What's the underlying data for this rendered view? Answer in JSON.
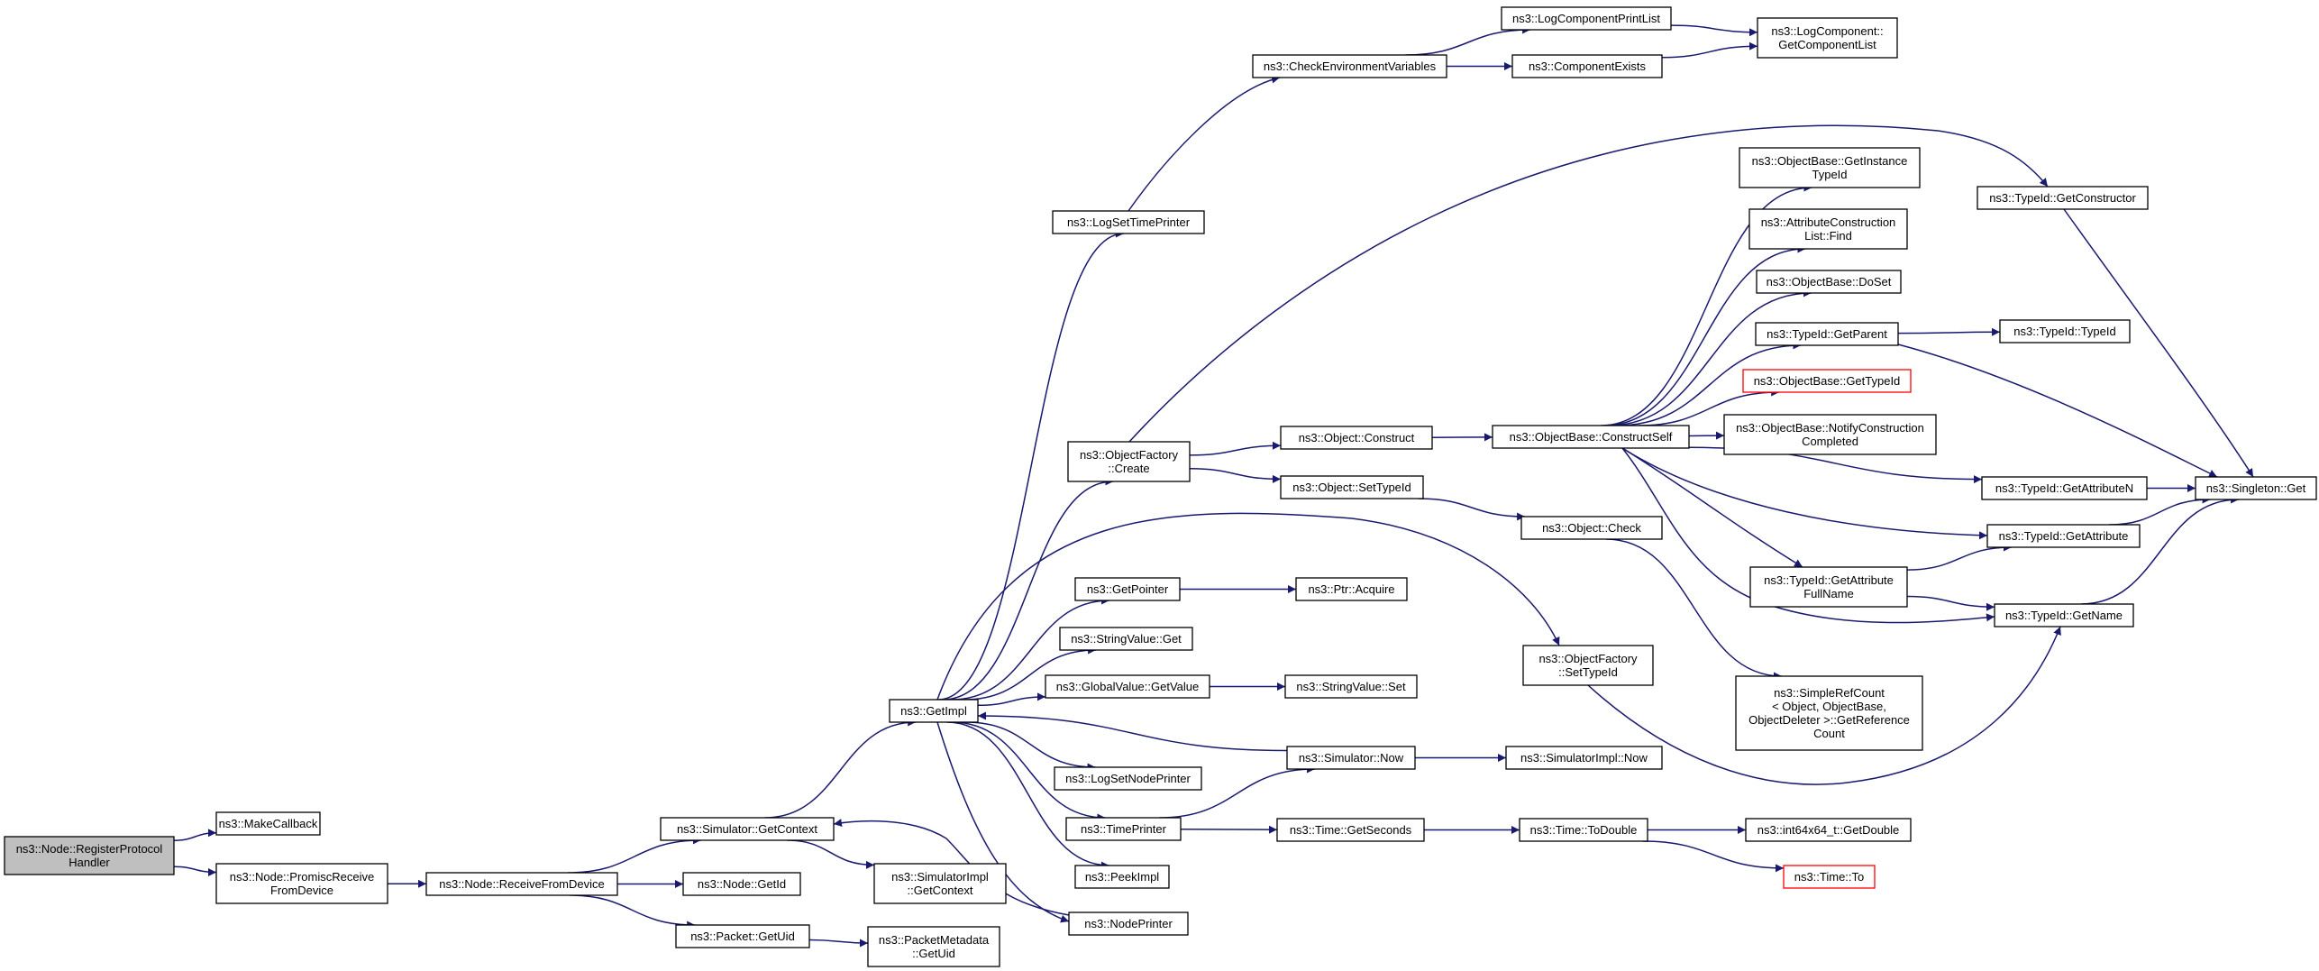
{
  "nodes": [
    {
      "id": "register",
      "lines": [
        "ns3::Node::RegisterProtocol",
        "Handler"
      ],
      "style": "root"
    },
    {
      "id": "makecallback",
      "lines": [
        "ns3::MakeCallback"
      ]
    },
    {
      "id": "promisc",
      "lines": [
        "ns3::Node::PromiscReceive",
        "FromDevice"
      ]
    },
    {
      "id": "receivefrom",
      "lines": [
        "ns3::Node::ReceiveFromDevice"
      ]
    },
    {
      "id": "simgetctx",
      "lines": [
        "ns3::Simulator::GetContext"
      ]
    },
    {
      "id": "nodegetid",
      "lines": [
        "ns3::Node::GetId"
      ]
    },
    {
      "id": "packetgetuid",
      "lines": [
        "ns3::Packet::GetUid"
      ]
    },
    {
      "id": "simimplctx",
      "lines": [
        "ns3::SimulatorImpl",
        "::GetContext"
      ]
    },
    {
      "id": "pmgetuid",
      "lines": [
        "ns3::PacketMetadata",
        "::GetUid"
      ]
    },
    {
      "id": "getimpl",
      "lines": [
        "ns3::GetImpl"
      ]
    },
    {
      "id": "logsettime",
      "lines": [
        "ns3::LogSetTimePrinter"
      ]
    },
    {
      "id": "ofcreate",
      "lines": [
        "ns3::ObjectFactory",
        "::Create"
      ]
    },
    {
      "id": "getpointer",
      "lines": [
        "ns3::GetPointer"
      ]
    },
    {
      "id": "strvalget",
      "lines": [
        "ns3::StringValue::Get"
      ]
    },
    {
      "id": "gvgetvalue",
      "lines": [
        "ns3::GlobalValue::GetValue"
      ]
    },
    {
      "id": "logsetnode",
      "lines": [
        "ns3::LogSetNodePrinter"
      ]
    },
    {
      "id": "timeprinter",
      "lines": [
        "ns3::TimePrinter"
      ]
    },
    {
      "id": "peekimpl",
      "lines": [
        "ns3::PeekImpl"
      ]
    },
    {
      "id": "nodeprinter",
      "lines": [
        "ns3::NodePrinter"
      ]
    },
    {
      "id": "checkenv",
      "lines": [
        "ns3::CheckEnvironmentVariables"
      ]
    },
    {
      "id": "logcompprint",
      "lines": [
        "ns3::LogComponentPrintList"
      ]
    },
    {
      "id": "compexists",
      "lines": [
        "ns3::ComponentExists"
      ]
    },
    {
      "id": "logcompget",
      "lines": [
        "ns3::LogComponent::",
        "GetComponentList"
      ]
    },
    {
      "id": "objconstruct",
      "lines": [
        "ns3::Object::Construct"
      ]
    },
    {
      "id": "objsettypeid",
      "lines": [
        "ns3::Object::SetTypeId"
      ]
    },
    {
      "id": "ptracquire",
      "lines": [
        "ns3::Ptr::Acquire"
      ]
    },
    {
      "id": "strvalset",
      "lines": [
        "ns3::StringValue::Set"
      ]
    },
    {
      "id": "simnow",
      "lines": [
        "ns3::Simulator::Now"
      ]
    },
    {
      "id": "timegetsec",
      "lines": [
        "ns3::Time::GetSeconds"
      ]
    },
    {
      "id": "obconstructself",
      "lines": [
        "ns3::ObjectBase::ConstructSelf"
      ]
    },
    {
      "id": "objcheck",
      "lines": [
        "ns3::Object::Check"
      ]
    },
    {
      "id": "ofsettypeid",
      "lines": [
        "ns3::ObjectFactory",
        "::SetTypeId"
      ]
    },
    {
      "id": "simimplnow",
      "lines": [
        "ns3::SimulatorImpl::Now"
      ]
    },
    {
      "id": "timetodouble",
      "lines": [
        "ns3::Time::ToDouble"
      ]
    },
    {
      "id": "obgetinstance",
      "lines": [
        "ns3::ObjectBase::GetInstance",
        "TypeId"
      ]
    },
    {
      "id": "acfind",
      "lines": [
        "ns3::AttributeConstruction",
        "List::Find"
      ]
    },
    {
      "id": "obdoset",
      "lines": [
        "ns3::ObjectBase::DoSet"
      ]
    },
    {
      "id": "tidgetparent",
      "lines": [
        "ns3::TypeId::GetParent"
      ]
    },
    {
      "id": "obgettypeid",
      "lines": [
        "ns3::ObjectBase::GetTypeId"
      ],
      "style": "red"
    },
    {
      "id": "obnotify",
      "lines": [
        "ns3::ObjectBase::NotifyConstruction",
        "Completed"
      ]
    },
    {
      "id": "tidgetattrfull",
      "lines": [
        "ns3::TypeId::GetAttribute",
        "FullName"
      ]
    },
    {
      "id": "simplerefcount",
      "lines": [
        "ns3::SimpleRefCount",
        "< Object, ObjectBase,",
        "ObjectDeleter >::GetReference",
        "Count"
      ]
    },
    {
      "id": "int64getdouble",
      "lines": [
        "ns3::int64x64_t::GetDouble"
      ]
    },
    {
      "id": "timeto",
      "lines": [
        "ns3::Time::To"
      ],
      "style": "red"
    },
    {
      "id": "tidgetctor",
      "lines": [
        "ns3::TypeId::GetConstructor"
      ]
    },
    {
      "id": "tidtypeid",
      "lines": [
        "ns3::TypeId::TypeId"
      ]
    },
    {
      "id": "tidgetattrn",
      "lines": [
        "ns3::TypeId::GetAttributeN"
      ]
    },
    {
      "id": "tidgetattr",
      "lines": [
        "ns3::TypeId::GetAttribute"
      ]
    },
    {
      "id": "tidgetname",
      "lines": [
        "ns3::TypeId::GetName"
      ]
    },
    {
      "id": "singletonget",
      "lines": [
        "ns3::Singleton::Get"
      ]
    }
  ],
  "edges": [
    [
      "register",
      "makecallback"
    ],
    [
      "register",
      "promisc"
    ],
    [
      "promisc",
      "receivefrom"
    ],
    [
      "receivefrom",
      "simgetctx"
    ],
    [
      "receivefrom",
      "nodegetid"
    ],
    [
      "receivefrom",
      "packetgetuid"
    ],
    [
      "simgetctx",
      "getimpl"
    ],
    [
      "simgetctx",
      "simimplctx"
    ],
    [
      "packetgetuid",
      "pmgetuid"
    ],
    [
      "getimpl",
      "logsettime"
    ],
    [
      "getimpl",
      "ofcreate"
    ],
    [
      "getimpl",
      "ofsettypeid"
    ],
    [
      "getimpl",
      "getpointer"
    ],
    [
      "getimpl",
      "strvalget"
    ],
    [
      "getimpl",
      "gvgetvalue"
    ],
    [
      "getimpl",
      "logsetnode"
    ],
    [
      "getimpl",
      "timeprinter"
    ],
    [
      "getimpl",
      "peekimpl"
    ],
    [
      "getimpl",
      "nodeprinter"
    ],
    [
      "nodeprinter",
      "simgetctx"
    ],
    [
      "simnow",
      "getimpl"
    ],
    [
      "logsettime",
      "checkenv"
    ],
    [
      "checkenv",
      "logcompprint"
    ],
    [
      "checkenv",
      "compexists"
    ],
    [
      "logcompprint",
      "logcompget"
    ],
    [
      "compexists",
      "logcompget"
    ],
    [
      "ofcreate",
      "tidgetctor"
    ],
    [
      "ofcreate",
      "objconstruct"
    ],
    [
      "ofcreate",
      "objsettypeid"
    ],
    [
      "objconstruct",
      "obconstructself"
    ],
    [
      "objsettypeid",
      "objcheck"
    ],
    [
      "getpointer",
      "ptracquire"
    ],
    [
      "gvgetvalue",
      "strvalset"
    ],
    [
      "timeprinter",
      "simnow"
    ],
    [
      "timeprinter",
      "timegetsec"
    ],
    [
      "simnow",
      "simimplnow"
    ],
    [
      "timegetsec",
      "timetodouble"
    ],
    [
      "timetodouble",
      "int64getdouble"
    ],
    [
      "timetodouble",
      "timeto"
    ],
    [
      "objcheck",
      "simplerefcount"
    ],
    [
      "ofsettypeid",
      "tidgetname"
    ],
    [
      "obconstructself",
      "obgetinstance"
    ],
    [
      "obconstructself",
      "acfind"
    ],
    [
      "obconstructself",
      "obdoset"
    ],
    [
      "obconstructself",
      "tidgetparent"
    ],
    [
      "obconstructself",
      "obgettypeid"
    ],
    [
      "obconstructself",
      "obnotify"
    ],
    [
      "obconstructself",
      "tidgetattrn"
    ],
    [
      "obconstructself",
      "tidgetattr"
    ],
    [
      "obconstructself",
      "tidgetattrfull"
    ],
    [
      "obconstructself",
      "tidgetname"
    ],
    [
      "tidgetparent",
      "tidtypeid"
    ],
    [
      "tidgetparent",
      "singletonget"
    ],
    [
      "tidgetctor",
      "singletonget"
    ],
    [
      "tidgetattrn",
      "singletonget"
    ],
    [
      "tidgetattr",
      "singletonget"
    ],
    [
      "tidgetname",
      "singletonget"
    ],
    [
      "tidgetattrfull",
      "tidgetattr"
    ],
    [
      "tidgetattrfull",
      "tidgetname"
    ]
  ]
}
